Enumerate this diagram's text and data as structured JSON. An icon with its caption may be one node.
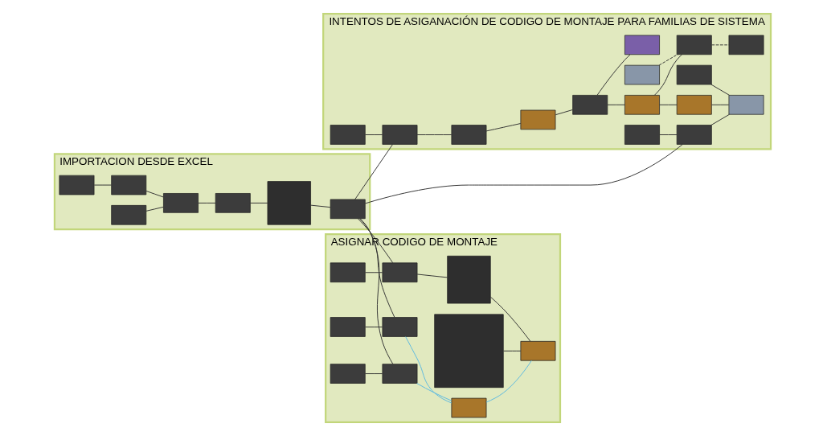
{
  "diagram": {
    "nodes": [
      {
        "text": [
          "IMPORTACION DESDE EXCEL"
        ]
      },
      {
        "text": [],
        "shape": "box",
        "in": 0
      },
      {
        "text": [],
        "shape": "box",
        "in": 0
      },
      {
        "text": [],
        "shape": "box",
        "in": 0
      },
      {
        "text": [],
        "shape": "box",
        "in": 0
      },
      {
        "text": [],
        "shape": "box",
        "in": 0
      },
      {
        "text": [],
        "shape": "box",
        "in": 0
      },
      {
        "text": [],
        "shape": "box",
        "in": 0
      },
      {
        "text": [
          "INTENTOS DE ASIGANACIÓN DE CODIGO DE MONTAJE PARA FAMILIAS DE SISTEMA"
        ]
      },
      {
        "text": [],
        "shape": "box",
        "in": 8
      },
      {
        "text": [],
        "shape": "box",
        "in": 8
      },
      {
        "text": [],
        "shape": "box",
        "in": 8
      },
      {
        "text": [],
        "shape": "box",
        "in": 8
      },
      {
        "text": [],
        "shape": "box",
        "in": 8
      },
      {
        "text": [],
        "shape": "box",
        "in": 8
      },
      {
        "text": [],
        "shape": "box",
        "in": 8
      },
      {
        "text": [],
        "shape": "box",
        "in": 8
      },
      {
        "text": [],
        "shape": "box",
        "in": 8
      },
      {
        "text": [],
        "shape": "box",
        "in": 8
      },
      {
        "text": [],
        "shape": "box",
        "in": 8
      },
      {
        "text": [],
        "shape": "box",
        "in": 8
      },
      {
        "text": [],
        "shape": "box",
        "in": 8
      },
      {
        "text": [],
        "shape": "box",
        "in": 8
      },
      {
        "text": [],
        "shape": "box",
        "in": 8
      },
      {
        "text": [
          "ASIGNAR CODIGO DE MONTAJE"
        ]
      },
      {
        "text": [],
        "shape": "box",
        "in": 24
      },
      {
        "text": [],
        "shape": "box",
        "in": 24
      },
      {
        "text": [],
        "shape": "box",
        "in": 24
      },
      {
        "text": [],
        "shape": "box",
        "in": 24
      },
      {
        "text": [],
        "shape": "box",
        "in": 24
      },
      {
        "text": [],
        "shape": "box",
        "in": 24
      },
      {
        "text": [],
        "shape": "box",
        "in": 24
      },
      {
        "text": [],
        "shape": "box",
        "in": 24
      },
      {
        "text": [],
        "shape": "box",
        "in": 24
      },
      {
        "text": [],
        "shape": "box",
        "in": 24
      }
    ],
    "edges": [
      {
        "from": 1,
        "to": 2,
        "arrow": "none"
      },
      {
        "from": 2,
        "to": 3,
        "arrow": "none"
      },
      {
        "from": 4,
        "to": 3,
        "arrow": "none"
      },
      {
        "from": 3,
        "to": 5,
        "arrow": "none"
      },
      {
        "from": 5,
        "to": 6,
        "arrow": "none"
      },
      {
        "from": 6,
        "to": 7,
        "arrow": "none"
      },
      {
        "from": 7,
        "to": 9,
        "arrow": "none"
      },
      {
        "from": 10,
        "to": 9,
        "arrow": "none"
      },
      {
        "from": 9,
        "to": 11,
        "arrow": "none"
      },
      {
        "from": 11,
        "to": 12,
        "arrow": "none"
      },
      {
        "from": 12,
        "to": 13,
        "arrow": "none"
      },
      {
        "from": 13,
        "to": 14,
        "arrow": "none"
      },
      {
        "from": 14,
        "to": 15,
        "arrow": "none"
      },
      {
        "from": 14,
        "to": 16,
        "arrow": "none"
      },
      {
        "from": 18,
        "to": 16,
        "arrow": "none",
        "style": "dashed"
      },
      {
        "from": 16,
        "to": 17,
        "arrow": "none",
        "style": "dashed"
      },
      {
        "from": 15,
        "to": 20,
        "arrow": "none"
      },
      {
        "from": 19,
        "to": 20,
        "arrow": "none"
      },
      {
        "from": 21,
        "to": 20,
        "arrow": "none"
      },
      {
        "from": 7,
        "to": 21,
        "arrow": "none"
      },
      {
        "from": 23,
        "to": 21,
        "arrow": "none"
      },
      {
        "from": 13,
        "to": 22,
        "arrow": "none"
      },
      {
        "from": 7,
        "to": 25,
        "arrow": "none"
      },
      {
        "from": 26,
        "to": 25,
        "arrow": "none"
      },
      {
        "from": 7,
        "to": 27,
        "arrow": "none"
      },
      {
        "from": 28,
        "to": 27,
        "arrow": "none"
      },
      {
        "from": 7,
        "to": 29,
        "arrow": "none"
      },
      {
        "from": 30,
        "to": 29,
        "arrow": "none"
      },
      {
        "from": 25,
        "to": 31,
        "arrow": "none",
        "color": "#5bb8e0"
      },
      {
        "from": 27,
        "to": 31,
        "arrow": "none",
        "color": "#5bb8e0"
      },
      {
        "from": 29,
        "to": 32,
        "arrow": "none"
      },
      {
        "from": 31,
        "to": 33,
        "arrow": "none",
        "color": "#5bb8e0"
      },
      {
        "from": 32,
        "to": 33,
        "arrow": "none"
      },
      {
        "from": 34,
        "to": 33,
        "arrow": "none"
      }
    ]
  }
}
